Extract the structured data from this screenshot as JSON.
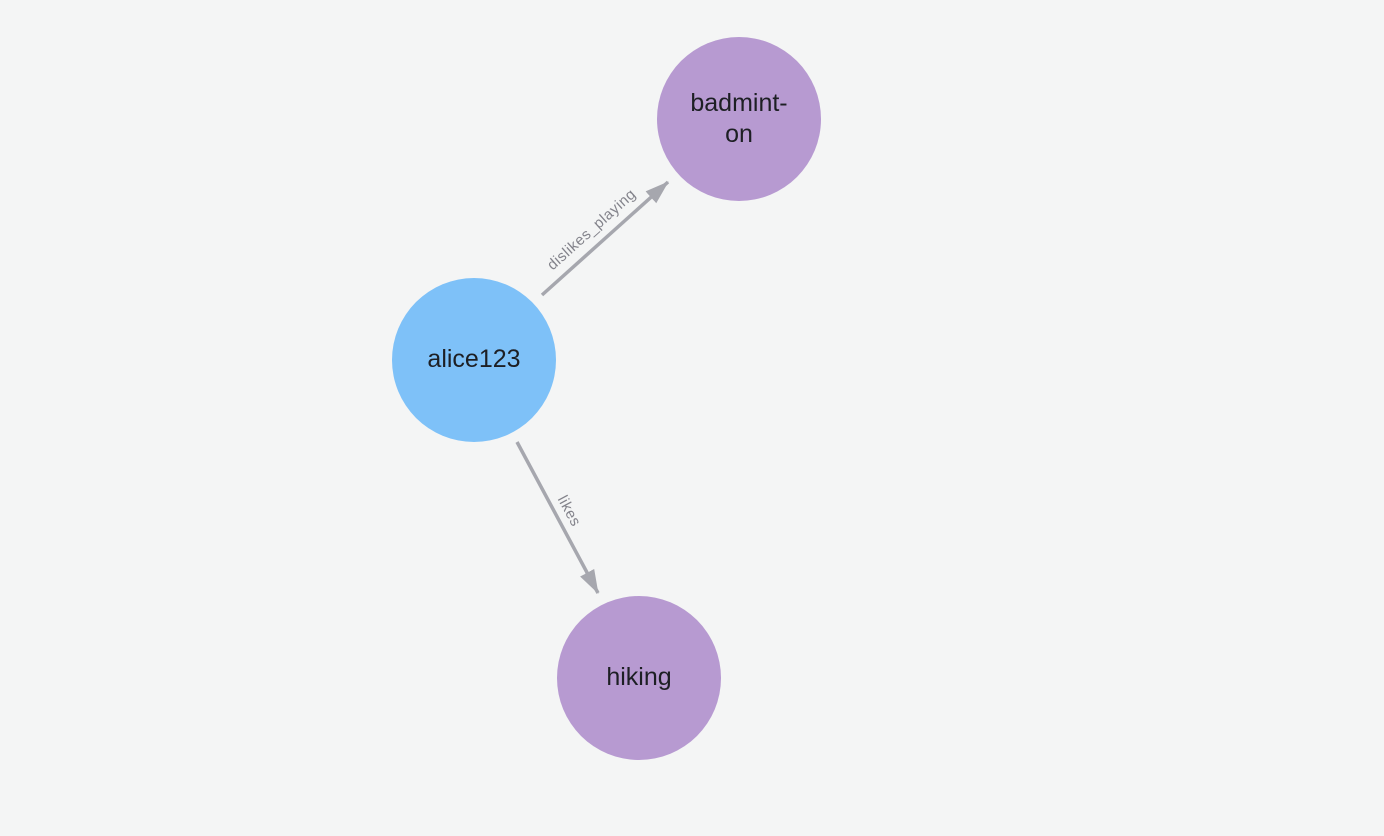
{
  "canvas": {
    "background_color": "#f4f5f5"
  },
  "graph": {
    "edge_color": "#a6a7ae",
    "edge_label_color": "#83838b",
    "node_text_color": "#1d1f24",
    "node_colors": {
      "blue": "#7ec1f8",
      "purple": "#b79ad1"
    },
    "nodes": [
      {
        "id": "alice123",
        "label": "alice123",
        "color": "#7ec1f8"
      },
      {
        "id": "badminton",
        "label": "badminton",
        "label_lines": [
          "badmint-",
          "on"
        ],
        "color": "#b79ad1"
      },
      {
        "id": "hiking",
        "label": "hiking",
        "color": "#b79ad1"
      }
    ],
    "edges": [
      {
        "source": "alice123",
        "target": "badminton",
        "label": "dislikes_playing"
      },
      {
        "source": "alice123",
        "target": "hiking",
        "label": "likes"
      }
    ]
  }
}
